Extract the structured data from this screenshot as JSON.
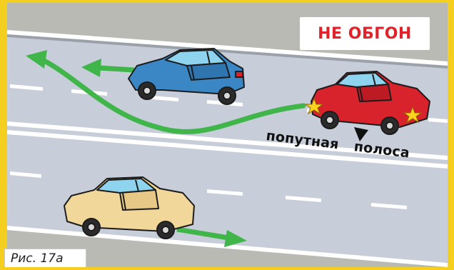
{
  "title_badge": "НЕ ОБГОН",
  "lane_label": "попутная полоса",
  "caption": "Рис. 17а",
  "colors": {
    "frame_yellow": "#f4cf1f",
    "road": "#c4cbd6",
    "shoulder": "#b7b7b1",
    "arrow_green": "#3fb54a",
    "blue_car": "#3b87c6",
    "red_car": "#d8222c",
    "yellow_car": "#f2d79a",
    "title_red": "#e0232a"
  }
}
